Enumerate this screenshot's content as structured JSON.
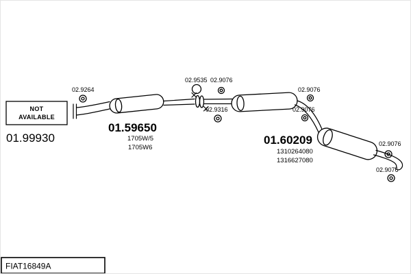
{
  "diagram": {
    "not_available_box": {
      "line1": "NOT",
      "line2": "AVAILABLE"
    },
    "parts": {
      "front_pipe": "01.99930",
      "center_silencer": "01.59650",
      "rear_silencer": "01.60209"
    },
    "variants": {
      "center_silencer": [
        "1705W/5",
        "1705W6"
      ],
      "rear_silencer": [
        "1310264080",
        "1316627080"
      ]
    },
    "fasteners": {
      "front_gasket": "02.9264",
      "flange_ring": "02.9535",
      "flange_gasket": "02.9076",
      "center_mount": "02.9316",
      "right_upper_clamp": "02.9076",
      "right_lower_clamp": "02.9076",
      "tail_upper_hanger": "02.9076",
      "tail_lower_hanger": "02.9076"
    },
    "footer_code": "FIAT16849A"
  }
}
